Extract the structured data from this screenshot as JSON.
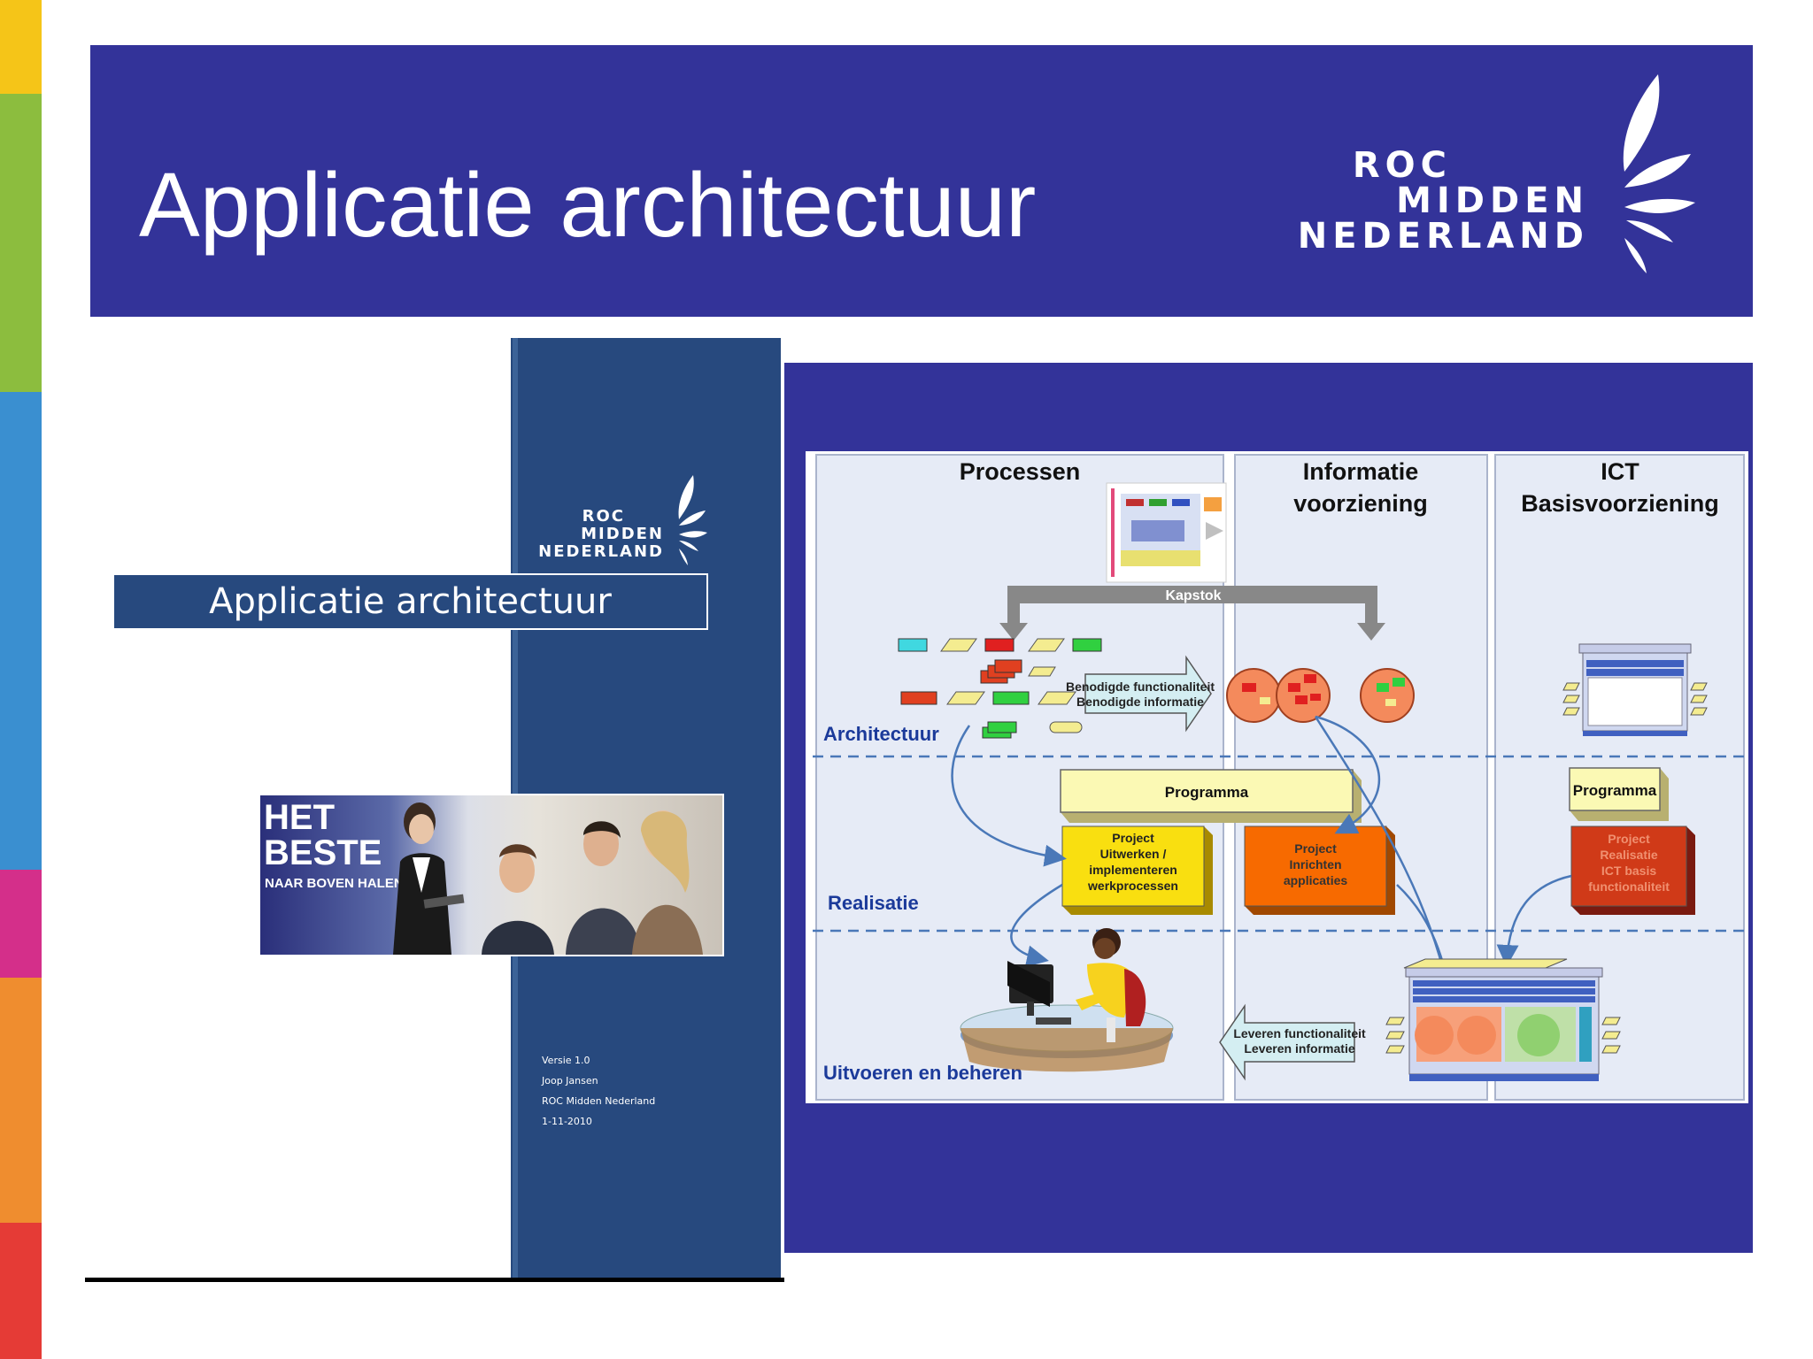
{
  "stripes": [
    "#f5c518",
    "#8cbd3e",
    "#3a8fd0",
    "#d42f8a",
    "#ef8d2f",
    "#e53b36"
  ],
  "banner": {
    "title": "Applicatie architectuur",
    "logo": {
      "line1": "ROC",
      "line2": "MIDDEN",
      "line3": "NEDERLAND"
    },
    "bg_color": "#333399"
  },
  "document": {
    "title": "Applicatie architectuur",
    "logo": {
      "line1": "ROC",
      "line2": "MIDDEN",
      "line3": "NEDERLAND"
    },
    "photo": {
      "line1": "HET",
      "line2": "BESTE",
      "line3": "NAAR BOVEN HALEN"
    },
    "meta": [
      "Versie 1.0",
      "Joop Jansen",
      "ROC Midden Nederland",
      "1-11-2010"
    ]
  },
  "diagram": {
    "columns": {
      "processen": "Processen",
      "informatie_1": "Informatie",
      "informatie_2": "voorziening",
      "ict_1": "ICT",
      "ict_2": "Basisvoorziening"
    },
    "rows": {
      "architectuur": "Architectuur",
      "realisatie": "Realisatie",
      "uitvoeren": "Uitvoeren en beheren"
    },
    "kapstok": "Kapstok",
    "benodigde_1": "Benodigde functionaliteit",
    "benodigde_2": "Benodigde informatie",
    "programma_left": "Programma",
    "programma_right": "Programma",
    "project_uitwerken": [
      "Project",
      "Uitwerken /",
      "implementeren",
      "werkprocessen"
    ],
    "project_inrichten": [
      "Project",
      "Inrichten",
      "applicaties"
    ],
    "project_realisatie": [
      "Project",
      "Realisatie",
      "ICT basis",
      "functionaliteit"
    ],
    "leveren_1": "Leveren functionaliteit",
    "leveren_2": "Leveren informatie"
  }
}
